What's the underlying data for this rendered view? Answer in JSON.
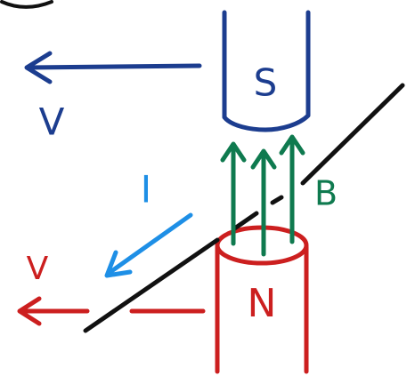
{
  "labels": {
    "south_pole": "S",
    "north_pole": "N",
    "velocity_top": "V",
    "velocity_bottom": "V",
    "current": "I",
    "field": "B"
  },
  "colors": {
    "magnet_south": "#1c3d8f",
    "magnet_north": "#cc1f1f",
    "field_lines": "#0f7a4f",
    "current": "#1e8fe6",
    "wire": "#111111",
    "velocity_top": "#1c3d8f",
    "velocity_bottom": "#cc1f1f"
  },
  "icons": {
    "south_magnet": "bar-magnet-south-pole",
    "north_magnet": "bar-magnet-north-pole",
    "wire": "straight-conductor",
    "field": "upward-arrows",
    "velocity": "left-arrow",
    "current": "diagonal-arrow"
  }
}
